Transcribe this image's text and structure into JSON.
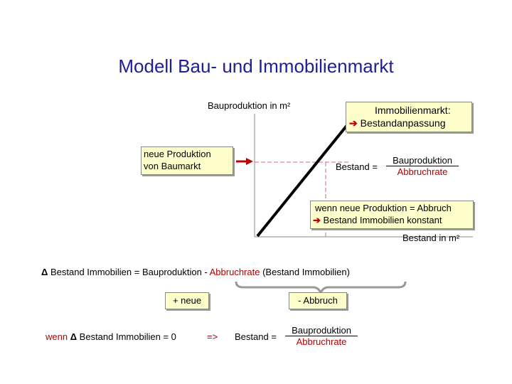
{
  "title": "Modell Bau- und Immobilienmarkt",
  "diagram": {
    "y_axis_label": "Bauproduktion in m²",
    "x_axis_label": "Bestand in m²",
    "new_production_label_line1": "neue Produktion",
    "new_production_label_line2": "von Baumarkt",
    "market_box_line1": "Immobilienmarkt:",
    "market_box_line2": "Bestandanpassung",
    "stock_eq_prefix": "Bestand =",
    "stock_eq_numerator": "Bauproduktion",
    "stock_eq_denominator": "Abbruchrate",
    "equilibrium_box_line1": "wenn neue Produktion = Abbruch",
    "equilibrium_box_line2": "Bestand Immobilien konstant"
  },
  "equation": {
    "delta_symbol": "Δ",
    "lhs": "Bestand Immobilien = Bauproduktion -",
    "rate": "Abbruchrate",
    "paren": "(Bestand Immobilien)",
    "plus_label": "+ neue",
    "minus_label": "- Abbruch"
  },
  "condition": {
    "wenn": "wenn",
    "delta_symbol": "Δ",
    "text": "Bestand Immobilien = 0",
    "implies": "=>",
    "result_prefix": "Bestand =",
    "numerator": "Bauproduktion",
    "denominator": "Abbruchrate"
  },
  "colors": {
    "title": "#1e1e96",
    "box_fill": "#ffffcc",
    "accent_red": "#c00000",
    "dashed_line": "#cc6699",
    "brace": "#999999"
  },
  "icons": {
    "arrow": "right-arrow-icon",
    "brace": "curly-brace-icon"
  }
}
